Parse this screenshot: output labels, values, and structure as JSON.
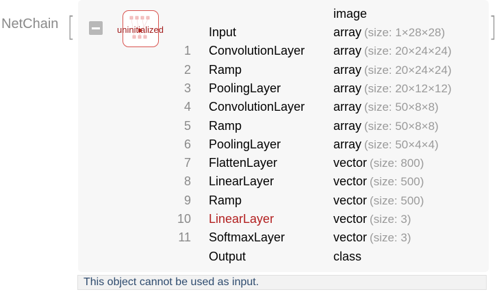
{
  "head": {
    "label": "NetChain",
    "open_bracket": "[",
    "close_bracket": "]"
  },
  "icon": {
    "status": "uninitialized",
    "name": "network-graph-icon"
  },
  "input_header": "image",
  "rows": [
    {
      "num": "",
      "layer": "Input",
      "type": "array",
      "detail": "(size: 1×28×28)"
    },
    {
      "num": "1",
      "layer": "ConvolutionLayer",
      "type": "array",
      "detail": "(size: 20×24×24)"
    },
    {
      "num": "2",
      "layer": "Ramp",
      "type": "array",
      "detail": "(size: 20×24×24)"
    },
    {
      "num": "3",
      "layer": "PoolingLayer",
      "type": "array",
      "detail": "(size: 20×12×12)"
    },
    {
      "num": "4",
      "layer": "ConvolutionLayer",
      "type": "array",
      "detail": "(size: 50×8×8)"
    },
    {
      "num": "5",
      "layer": "Ramp",
      "type": "array",
      "detail": "(size: 50×8×8)"
    },
    {
      "num": "6",
      "layer": "PoolingLayer",
      "type": "array",
      "detail": "(size: 50×4×4)"
    },
    {
      "num": "7",
      "layer": "FlattenLayer",
      "type": "vector",
      "detail": "(size: 800)"
    },
    {
      "num": "8",
      "layer": "LinearLayer",
      "type": "vector",
      "detail": "(size: 500)"
    },
    {
      "num": "9",
      "layer": "Ramp",
      "type": "vector",
      "detail": "(size: 500)"
    },
    {
      "num": "10",
      "layer": "LinearLayer",
      "type": "vector",
      "detail": "(size: 3)",
      "warn": true
    },
    {
      "num": "11",
      "layer": "SoftmaxLayer",
      "type": "vector",
      "detail": "(size: 3)"
    },
    {
      "num": "",
      "layer": "Output",
      "type": "class",
      "detail": ""
    }
  ],
  "message": "This object cannot be used as input.",
  "colors": {
    "warning": "#b21f1f",
    "message": "#2e4b6e",
    "icon_border": "#d9534f"
  }
}
